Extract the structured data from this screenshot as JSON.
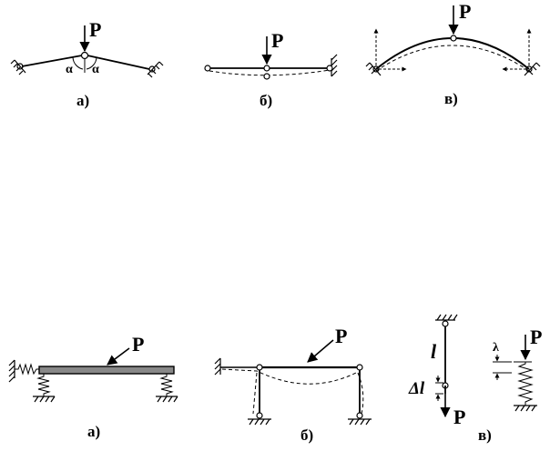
{
  "panels_top": {
    "a": {
      "load_label": "P",
      "angle_left": "α",
      "angle_right": "α",
      "caption": "а)"
    },
    "b": {
      "load_label": "P",
      "caption": "б)"
    },
    "v": {
      "load_label": "P",
      "caption": "в)"
    }
  },
  "panels_bottom": {
    "a": {
      "load_label": "P",
      "caption": "а)"
    },
    "b": {
      "load_label": "P",
      "caption": "б)"
    },
    "v": {
      "load_label_bottom": "P",
      "length_label": "l",
      "delta_label": "Δl",
      "lambda_label": "λ",
      "load_label_spring": "P",
      "caption": "в)"
    }
  }
}
